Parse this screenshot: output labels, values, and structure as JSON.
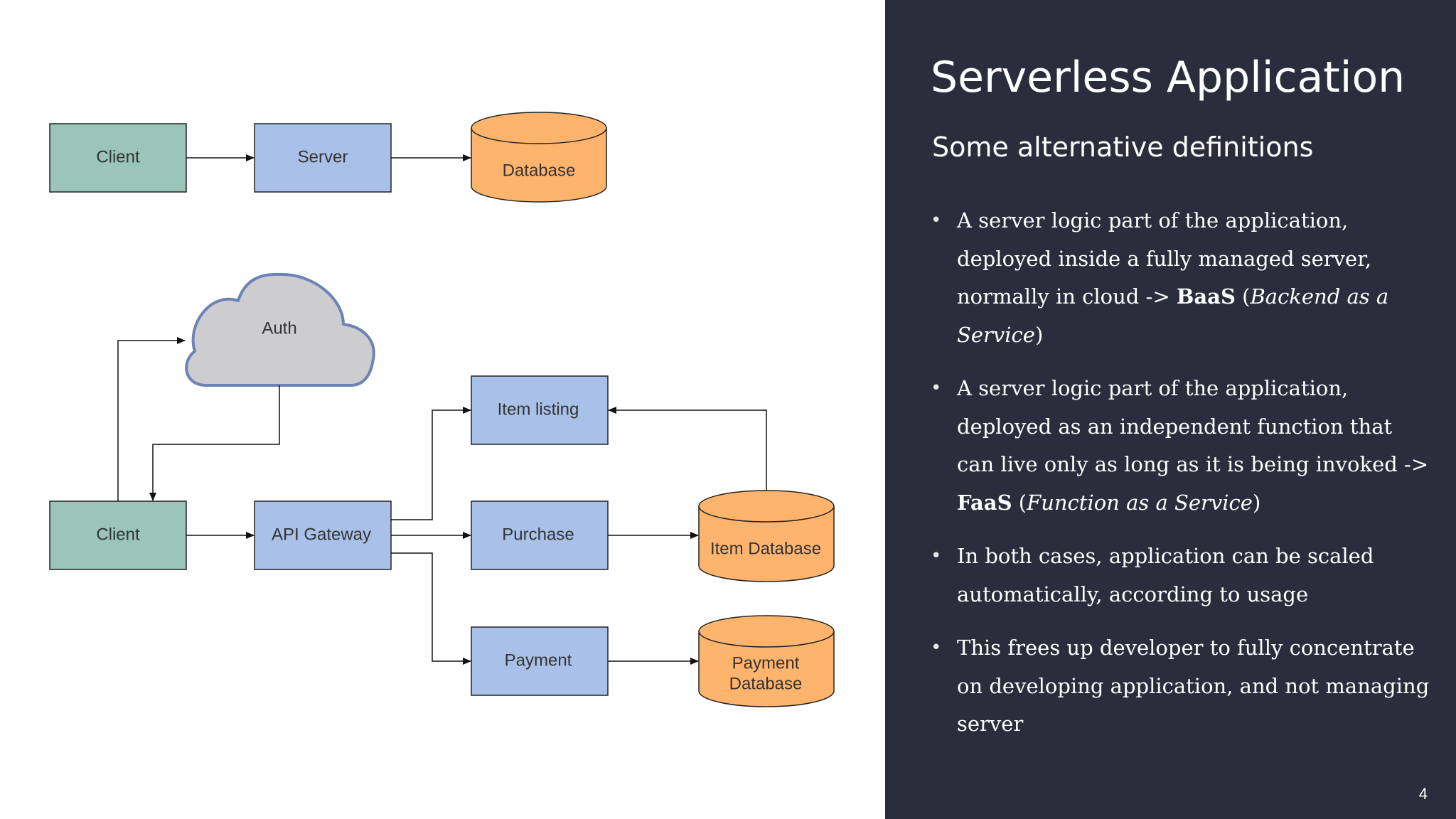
{
  "diagram": {
    "top_flow": {
      "client": "Client",
      "server": "Server",
      "database": "Database"
    },
    "serverless_flow": {
      "auth": "Auth",
      "client": "Client",
      "api_gateway": "API Gateway",
      "item_listing": "Item listing",
      "purchase": "Purchase",
      "payment": "Payment",
      "item_database": "Item Database",
      "payment_database": [
        "Payment",
        "Database"
      ]
    }
  },
  "slide": {
    "title": "Serverless Application",
    "subtitle": "Some alternative definitions",
    "bullet_marker": "•",
    "bullets": [
      {
        "t1": "A server logic part of the application, deployed inside a fully managed server, normally in cloud ->",
        "b1": "BaaS",
        "t2": "(",
        "i1": "Backend as a Service",
        "t3": ")"
      },
      {
        "t1": "A server logic part of the application, deployed as an independent function that can live only as long as it is being invoked ->",
        "b1": "FaaS",
        "t2": "(",
        "i1": "Function as a Service",
        "t3": ")"
      },
      {
        "t1": "In both cases, application can be scaled automatically, according to usage"
      },
      {
        "t1": "This frees up developer to fully concentrate on developing application, and not managing server"
      }
    ],
    "page_number": "4"
  },
  "colors": {
    "panel_background": "#2b2d3d",
    "client_fill": "#9ac5b8",
    "service_fill": "#a9c1e8",
    "database_fill": "#ffb46e",
    "cloud_fill": "#cdcdcf",
    "cloud_stroke": "#6b83b5"
  }
}
